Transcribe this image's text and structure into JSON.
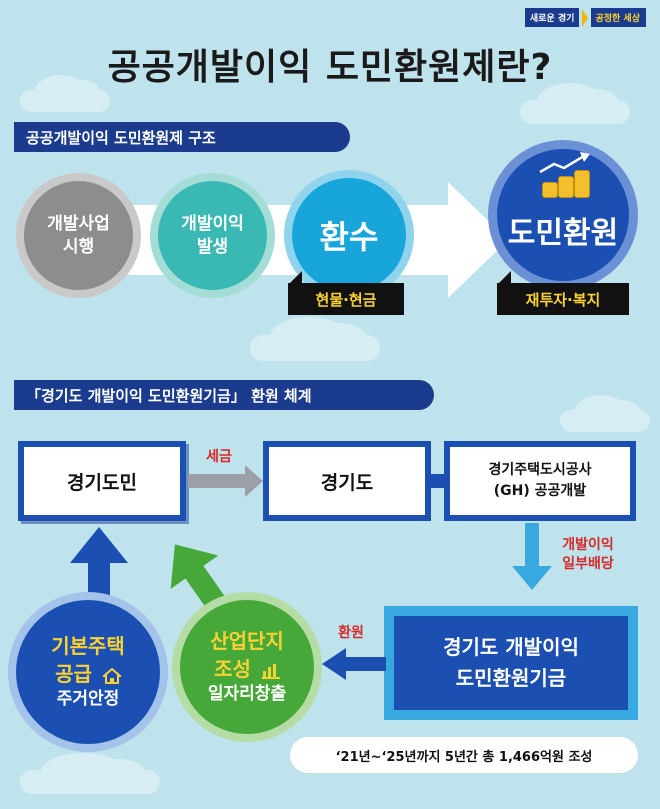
{
  "header": {
    "badge_left": "새로운 경기",
    "badge_right": "공정한 세상",
    "title": "공공개발이익 도민환원제란?"
  },
  "section1": {
    "title": "공공개발이익 도민환원제 구조",
    "step1": [
      "개발사업",
      "시행"
    ],
    "step2": [
      "개발이익",
      "발생"
    ],
    "step3": "환수",
    "step3_tag": "현물·현금",
    "step4": "도민환원",
    "step4_tag": "재투자·복지"
  },
  "section2": {
    "title": "「경기도 개발이익 도민환원기금」 환원 체계",
    "citizen": "경기도민",
    "tax_label": "세금",
    "province": "경기도",
    "gh": [
      "경기주택도시공사",
      "(GH) 공공개발"
    ],
    "dividend_label": [
      "개발이익",
      "일부배당"
    ],
    "fund": [
      "경기도 개발이익",
      "도민환원기금"
    ],
    "return_label": "환원",
    "housing": [
      "기본주택",
      "공급",
      "주거안정"
    ],
    "industry": [
      "산업단지",
      "조성",
      "일자리창출"
    ],
    "footnote": "‘21년~‘25년까지 5년간 총 1,466억원 조성"
  },
  "colors": {
    "navy": "#1c4fb2",
    "teal": "#3ab8b3",
    "sky": "#18a6da",
    "green": "#47a83a",
    "yellow": "#fbd231",
    "red": "#d62929"
  }
}
